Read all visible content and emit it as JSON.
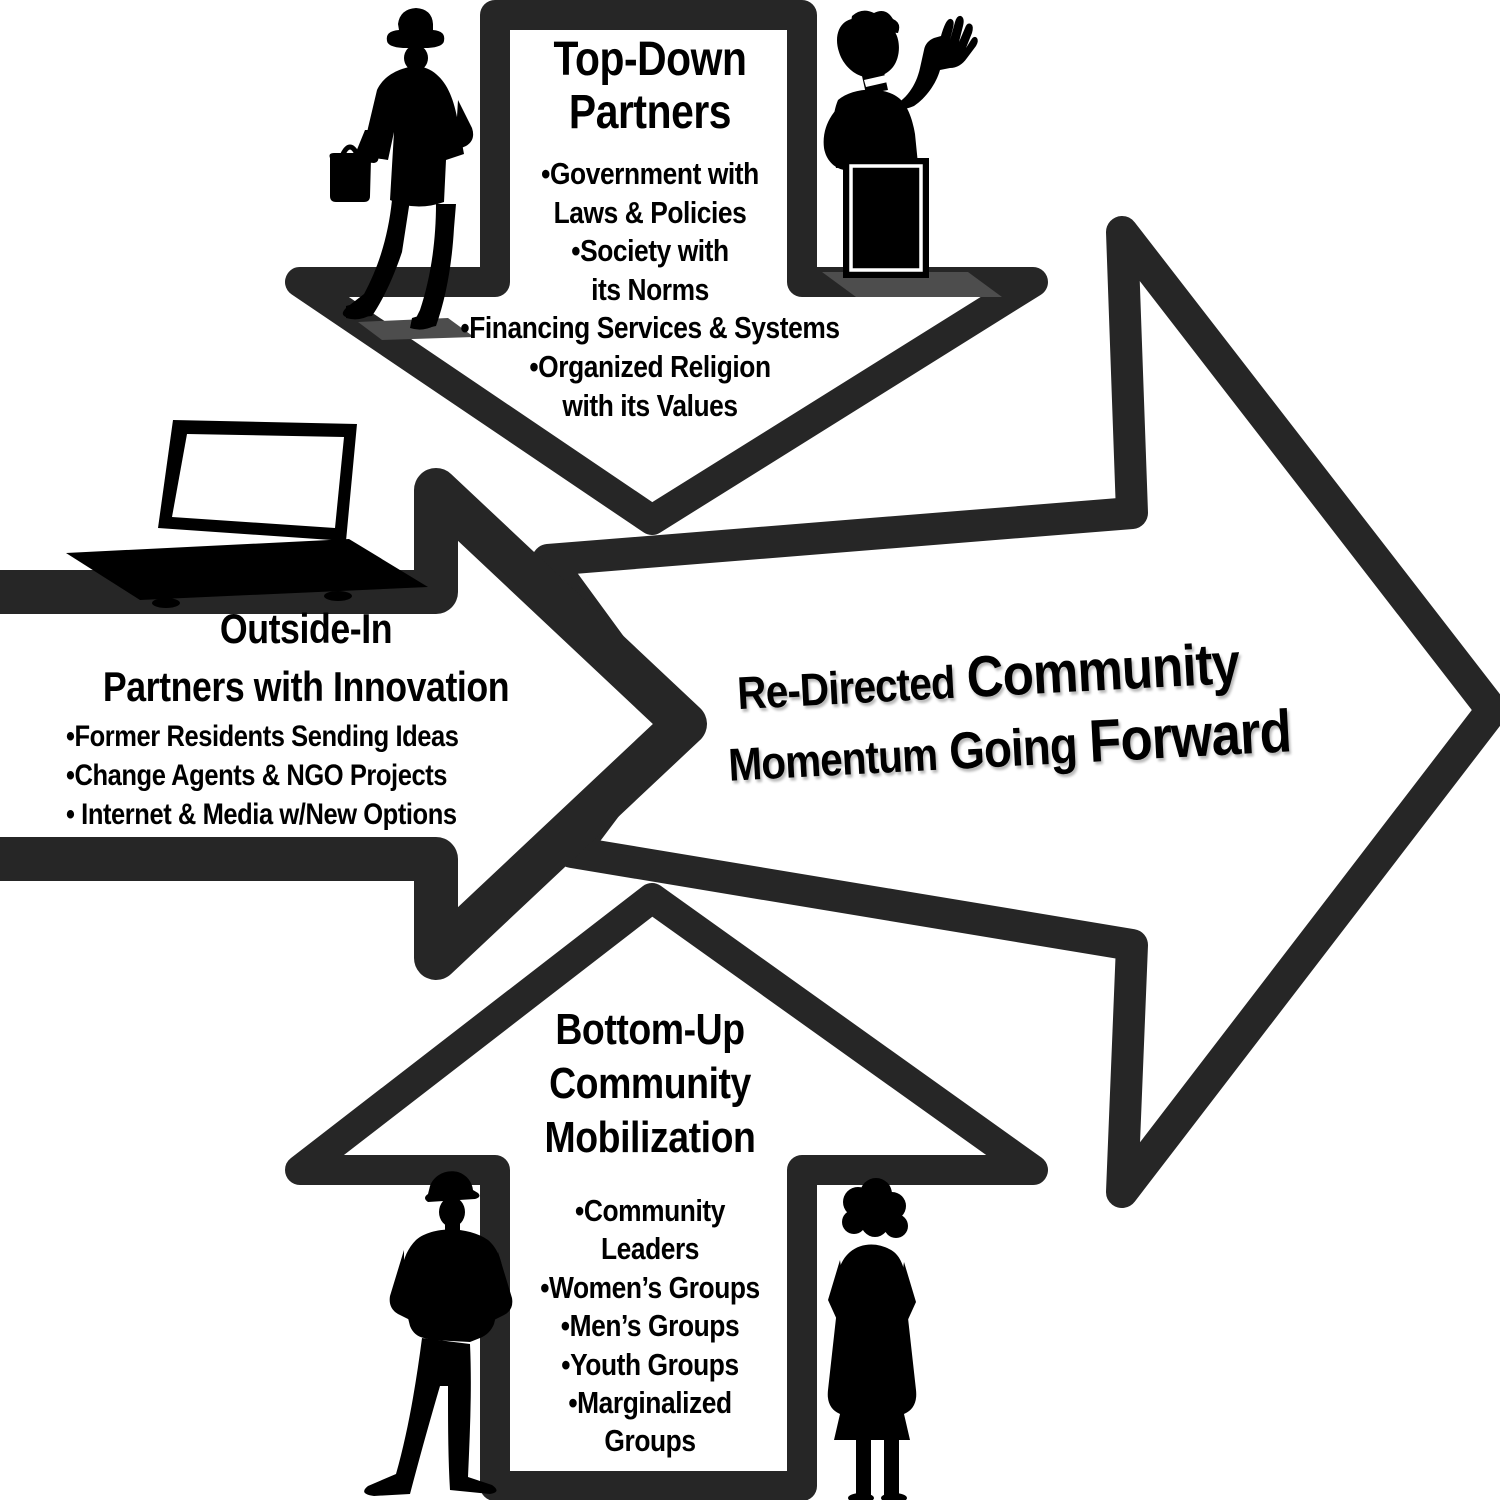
{
  "colors": {
    "background": "#ffffff",
    "arrow_outline": "#262626",
    "arrow_fill": "#ffffff",
    "ink": "#000000",
    "shadow_gray": "#4d4d4d"
  },
  "arrows": {
    "top": {
      "title_lines": [
        "Top-Down",
        "Partners"
      ],
      "lines": [
        "•Government with",
        "Laws & Policies",
        "•Society with",
        "its Norms",
        "•Financing Services & Systems",
        "•Organized Religion",
        "with its Values"
      ]
    },
    "left": {
      "title_lines": [
        "Outside-In",
        "Partners with Innovation"
      ],
      "lines": [
        "•Former Residents Sending Ideas",
        "•Change Agents & NGO Projects",
        "• Internet & Media w/New Options"
      ]
    },
    "bottom": {
      "title_lines": [
        "Bottom-Up",
        "Community",
        "Mobilization"
      ],
      "lines": [
        "•Community",
        "Leaders",
        "•Women’s Groups",
        "•Men’s Groups",
        "•Youth Groups",
        "•Marginalized",
        "Groups"
      ]
    },
    "main": {
      "words": [
        "Re-Directed",
        "Community",
        "Momentum",
        "Going",
        "Forward"
      ]
    }
  }
}
